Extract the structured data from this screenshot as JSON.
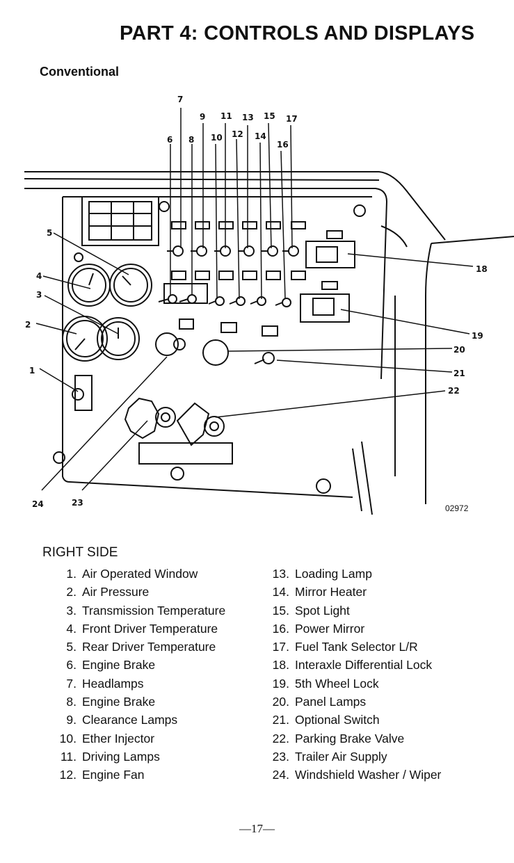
{
  "title": "PART 4:  CONTROLS AND DISPLAYS",
  "subtitle": "Conventional",
  "figure": {
    "code": "02972",
    "callouts": [
      "1",
      "2",
      "3",
      "4",
      "5",
      "6",
      "7",
      "8",
      "9",
      "10",
      "11",
      "12",
      "13",
      "14",
      "15",
      "16",
      "17",
      "18",
      "19",
      "20",
      "21",
      "22",
      "23",
      "24"
    ]
  },
  "side_heading": "RIGHT SIDE",
  "legend_left": [
    {
      "num": "1.",
      "label": "Air Operated Window"
    },
    {
      "num": "2.",
      "label": "Air Pressure"
    },
    {
      "num": "3.",
      "label": "Transmission Temperature"
    },
    {
      "num": "4.",
      "label": "Front Driver Temperature"
    },
    {
      "num": "5.",
      "label": "Rear Driver Temperature"
    },
    {
      "num": "6.",
      "label": "Engine Brake"
    },
    {
      "num": "7.",
      "label": "Headlamps"
    },
    {
      "num": "8.",
      "label": "Engine Brake"
    },
    {
      "num": "9.",
      "label": "Clearance Lamps"
    },
    {
      "num": "10.",
      "label": "Ether Injector"
    },
    {
      "num": "11.",
      "label": "Driving Lamps"
    },
    {
      "num": "12.",
      "label": "Engine Fan"
    }
  ],
  "legend_right": [
    {
      "num": "13.",
      "label": "Loading Lamp"
    },
    {
      "num": "14.",
      "label": "Mirror Heater"
    },
    {
      "num": "15.",
      "label": "Spot Light"
    },
    {
      "num": "16.",
      "label": "Power Mirror"
    },
    {
      "num": "17.",
      "label": "Fuel Tank Selector L/R"
    },
    {
      "num": "18.",
      "label": "Interaxle Differential Lock"
    },
    {
      "num": "19.",
      "label": "5th Wheel Lock"
    },
    {
      "num": "20.",
      "label": "Panel Lamps"
    },
    {
      "num": "21.",
      "label": "Optional Switch"
    },
    {
      "num": "22.",
      "label": "Parking Brake Valve"
    },
    {
      "num": "23.",
      "label": "Trailer Air Supply"
    },
    {
      "num": "24.",
      "label": "Windshield Washer / Wiper"
    }
  ],
  "page_number": "—17—"
}
